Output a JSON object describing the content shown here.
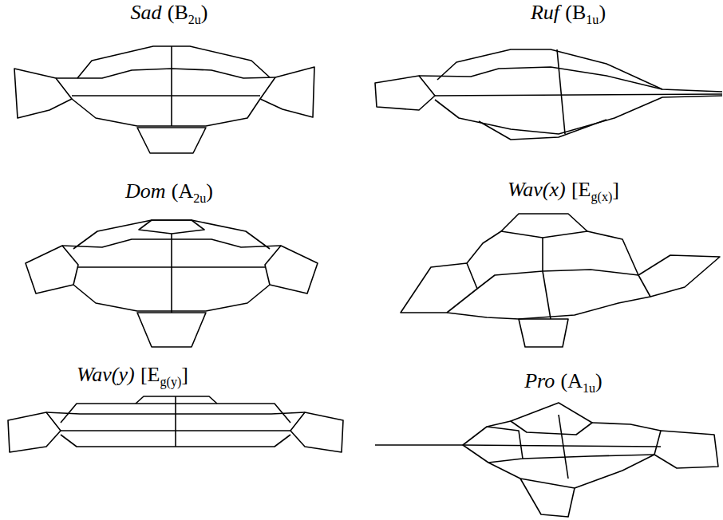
{
  "diagram": {
    "labels": [
      "Sad",
      "(B",
      "2u",
      ")",
      "Ruf",
      "(B",
      "1u",
      ")",
      "Dom",
      "(A",
      "2u",
      ")",
      "Wav(x)",
      "[E",
      "g(x)",
      "]",
      "Wav(y)",
      "[E",
      "g(y)",
      "]",
      "Pro",
      "(A",
      "1u",
      ")"
    ]
  }
}
